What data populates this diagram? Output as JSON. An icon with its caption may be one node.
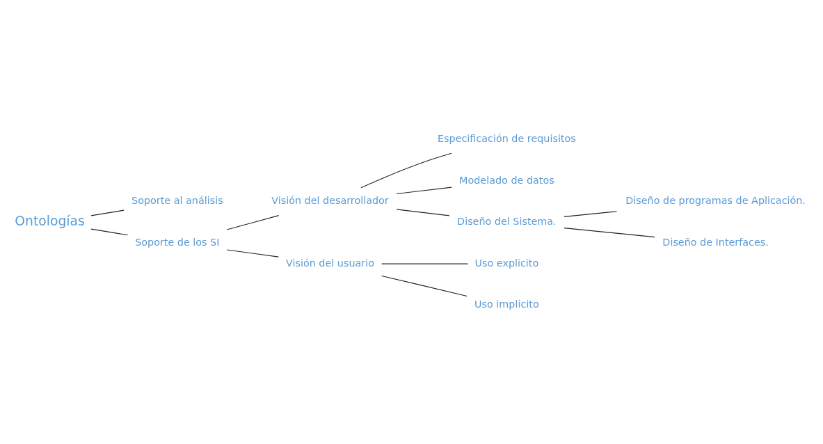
{
  "diagram": {
    "nodes": [
      {
        "text": [
          "Ontologías"
        ]
      },
      {
        "text": [
          "Soporte al análisis"
        ]
      },
      {
        "text": [
          "Soporte de los SI"
        ]
      },
      {
        "text": [
          "Visión del desarrollador"
        ]
      },
      {
        "text": [
          "Visión del usuario"
        ]
      },
      {
        "text": [
          "Especificación de requisitos"
        ]
      },
      {
        "text": [
          "Modelado de datos"
        ]
      },
      {
        "text": [
          "Diseño del Sistema."
        ]
      },
      {
        "text": [
          "Diseño de programas de Aplicación."
        ]
      },
      {
        "text": [
          "Diseño de Interfaces."
        ]
      },
      {
        "text": [
          "Uso explicito"
        ]
      },
      {
        "text": [
          "Uso implicito"
        ]
      }
    ],
    "edges": [
      {
        "from": 0,
        "to": 1,
        "arrow": "none"
      },
      {
        "from": 0,
        "to": 2,
        "arrow": "none"
      },
      {
        "from": 2,
        "to": 3,
        "arrow": "none"
      },
      {
        "from": 2,
        "to": 4,
        "arrow": "none"
      },
      {
        "from": 3,
        "to": 5,
        "arrow": "none"
      },
      {
        "from": 3,
        "to": 6,
        "arrow": "none"
      },
      {
        "from": 3,
        "to": 7,
        "arrow": "none"
      },
      {
        "from": 7,
        "to": 8,
        "arrow": "none"
      },
      {
        "from": 7,
        "to": 9,
        "arrow": "none"
      },
      {
        "from": 4,
        "to": 10,
        "arrow": "none"
      },
      {
        "from": 4,
        "to": 11,
        "arrow": "none"
      }
    ]
  }
}
